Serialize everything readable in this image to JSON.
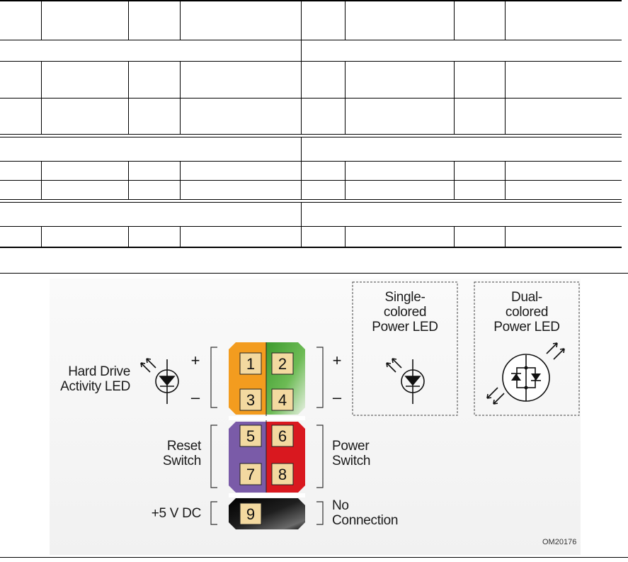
{
  "diagram": {
    "labels": {
      "hdd_led": [
        "Hard Drive",
        "Activity LED"
      ],
      "reset_switch": [
        "Reset",
        "Switch"
      ],
      "power_switch": [
        "Power",
        "Switch"
      ],
      "plus5v": "+5 V DC",
      "no_connection": [
        "No",
        "Connection"
      ],
      "single_led": [
        "Single-",
        "colored",
        "Power LED"
      ],
      "dual_led": [
        "Dual-",
        "colored",
        "Power LED"
      ],
      "figure_code": "OM20176"
    },
    "polarity": {
      "left_plus": "+",
      "left_minus": "–",
      "right_plus": "+",
      "right_minus": "–"
    },
    "pins": {
      "p1": "1",
      "p2": "2",
      "p3": "3",
      "p4": "4",
      "p5": "5",
      "p6": "6",
      "p7": "7",
      "p8": "8",
      "p9": "9"
    },
    "colors": {
      "hdd_led_pair": "#f39c1f",
      "power_led_pair": "#3d9a2e",
      "reset_pair": "#7a5ba8",
      "power_switch_pair": "#d9181f",
      "plus5v_pin": "#111111",
      "pin_pad": "#f3d9a0"
    }
  }
}
